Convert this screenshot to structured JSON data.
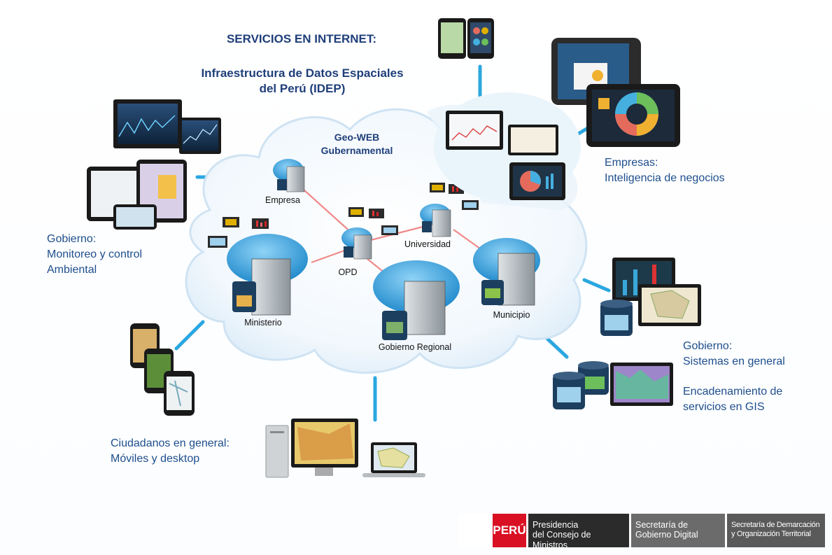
{
  "header": {
    "title": "SERVICIOS EN INTERNET:",
    "subtitle_line1": "Infraestructura de Datos Espaciales",
    "subtitle_line2": "del Perú (IDEP)"
  },
  "cloud": {
    "title_line1": "Geo-WEB",
    "title_line2": "Gubernamental",
    "nodes": {
      "empresa": "Empresa",
      "opd": "OPD",
      "universidad": "Universidad",
      "ministerio": "Ministerio",
      "gobierno_regional": "Gobierno Regional",
      "municipio": "Municipio"
    }
  },
  "captions": {
    "gobierno_ambiental": [
      "Gobierno:",
      "Monitoreo y control",
      "Ambiental"
    ],
    "empresas": [
      "Empresas:",
      "Inteligencia de negocios"
    ],
    "gobierno_sistemas": [
      "Gobierno:",
      "Sistemas en general"
    ],
    "encadenamiento": [
      "Encadenamiento de",
      "servicios en GIS"
    ],
    "ciudadanos": [
      "Ciudadanos en general:",
      "Móviles y desktop"
    ]
  },
  "footer": {
    "peru": "PERÚ",
    "pcm": [
      "Presidencia",
      "del Consejo de Ministros"
    ],
    "sgd": [
      "Secretaría de",
      "Gobierno Digital"
    ],
    "sdot": [
      "Secretaría de Demarcación",
      "y Organización Territorial"
    ]
  },
  "colors": {
    "heading": "#1f3f7a",
    "caption": "#1e4e8c",
    "link_line": "#f08a8a",
    "connector": "#2aa7e0",
    "peru_red": "#d91023"
  }
}
